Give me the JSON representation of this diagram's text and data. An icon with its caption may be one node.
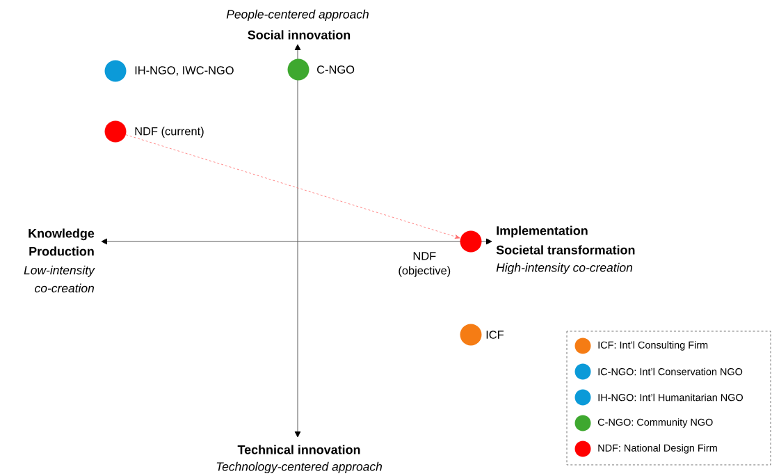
{
  "diagram": {
    "nodes": [
      {
        "text": [],
        "shape": "circle",
        "beside": [
          "IH-NGO, IWC-NGO"
        ]
      },
      {
        "text": [],
        "shape": "circle",
        "beside": [
          "C-NGO"
        ]
      },
      {
        "text": [],
        "shape": "circle",
        "beside": [
          "NDF (current)"
        ]
      },
      {
        "text": [],
        "shape": "circle",
        "beside": [
          "NDF (objective)"
        ]
      },
      {
        "text": [],
        "shape": "circle",
        "beside": [
          "ICF"
        ]
      }
    ],
    "edges": [
      {
        "from": 2,
        "to": 3,
        "arrow": "to",
        "style": "dashed",
        "color": "#ff6b6b"
      }
    ],
    "labels": [
      "People-centered approach",
      "Social innovation",
      "Knowledge Production",
      "Low-intensity co-creation",
      "Implementation",
      "Societal transformation",
      "High-intensity co-creation",
      "Technical innovation",
      "Technology-centered approach"
    ],
    "legend": [
      {
        "text": "ICF: Int’l Consulting Firm",
        "color": "#f57c14"
      },
      {
        "text": "IC-NGO: Int’l Conservation NGO",
        "color": "#0b9ad8"
      },
      {
        "text": "IH-NGO: Int’l Humanitarian NGO",
        "color": "#0b9ad8"
      },
      {
        "text": "C-NGO: Community NGO",
        "color": "#3ea82f"
      },
      {
        "text": "NDF: National Design Firm",
        "color": "#ff0000"
      }
    ]
  }
}
